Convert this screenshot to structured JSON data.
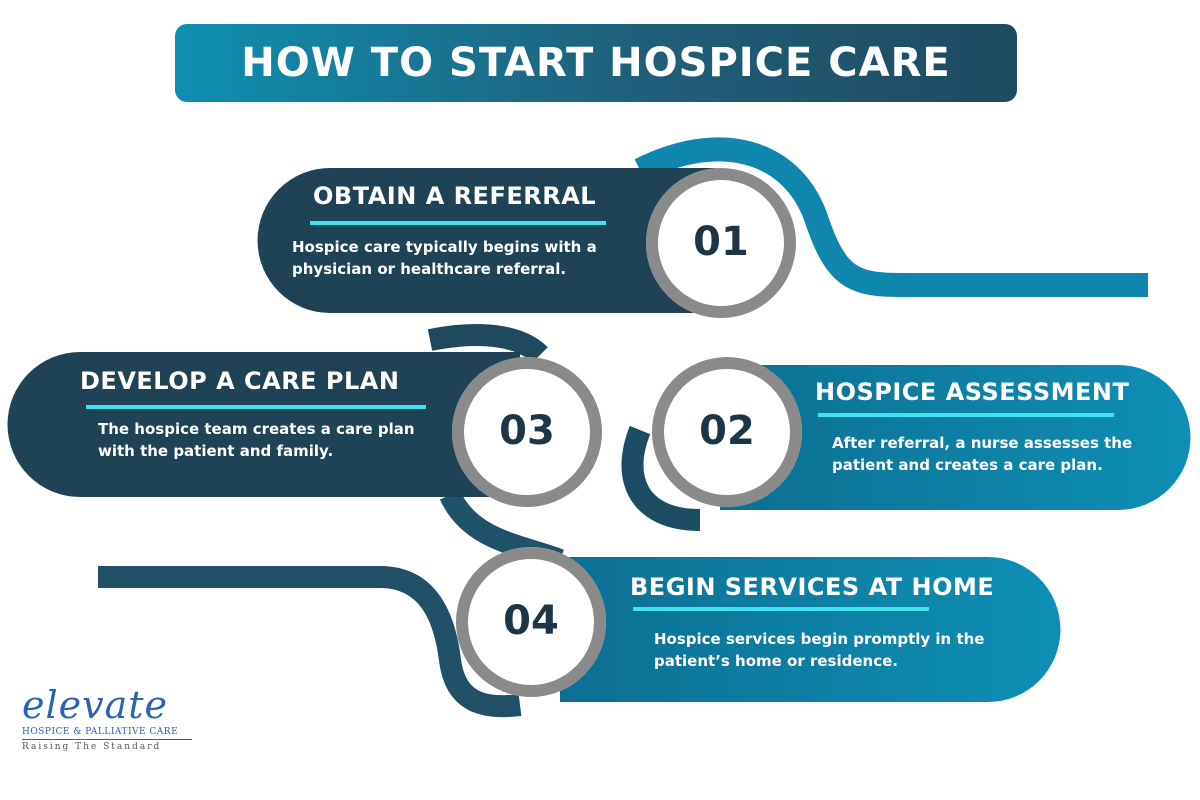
{
  "title": "HOW TO START HOSPICE CARE",
  "colors": {
    "dark": "#1f4255",
    "mid": "#0c7399",
    "bright": "#0e8fb5",
    "ring": "#8a8a8a",
    "underline": "#3fe3f0"
  },
  "steps": [
    {
      "number": "01",
      "title": "OBTAIN A REFERRAL",
      "description": "Hospice care typically begins with a physician or healthcare referral."
    },
    {
      "number": "02",
      "title": "HOSPICE ASSESSMENT",
      "description": "After referral, a nurse assesses the patient and creates a care plan."
    },
    {
      "number": "03",
      "title": "DEVELOP A CARE PLAN",
      "description": "The hospice team creates a care plan with the patient and family."
    },
    {
      "number": "04",
      "title": "BEGIN SERVICES AT HOME",
      "description": "Hospice services begin promptly in the patient’s home or residence."
    }
  ],
  "logo": {
    "name": "elevate",
    "subtitle": "HOSPICE & PALLIATIVE CARE",
    "tagline": "Raising The Standard"
  }
}
